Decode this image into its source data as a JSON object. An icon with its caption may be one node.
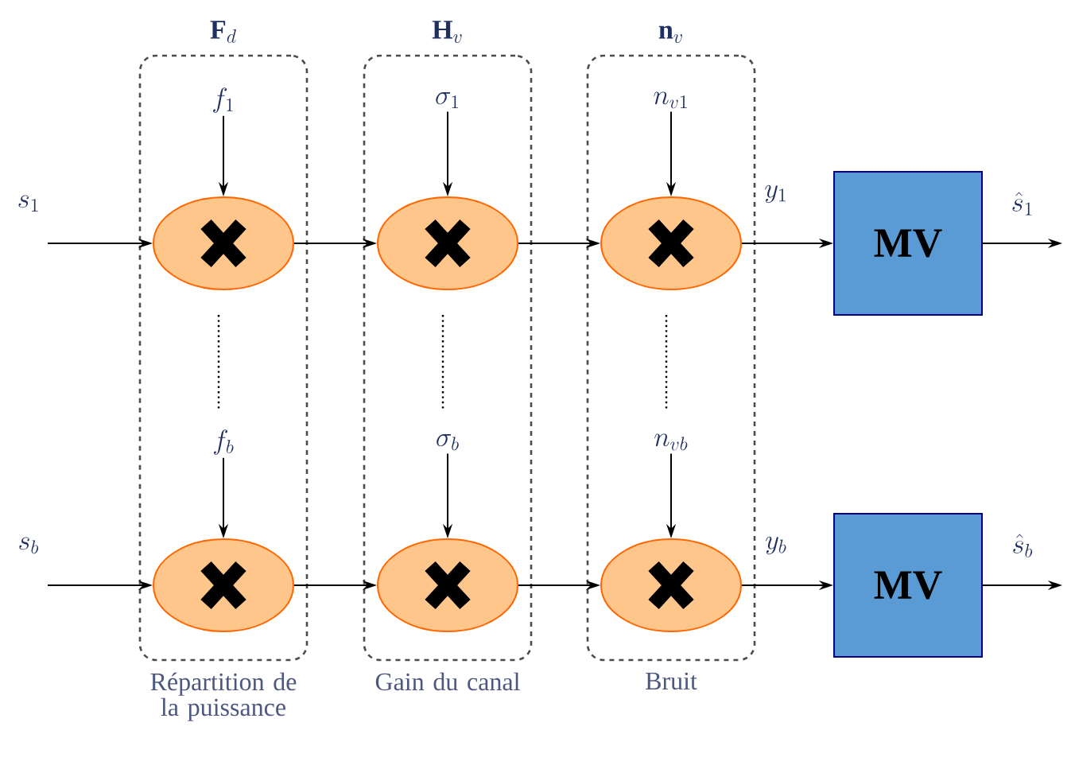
{
  "diagram": {
    "nodes": [
      {
        "text": [
          "\\mathbf{F}_d"
        ],
        "beside": [
          "Répartition de la puissance"
        ]
      },
      {
        "text": [
          "f_1"
        ],
        "in": 0
      },
      {
        "text": [],
        "shape": "ellipse",
        "in": 0
      },
      {
        "text": [
          "f_b"
        ],
        "in": 0
      },
      {
        "text": [],
        "shape": "ellipse",
        "in": 0
      },
      {
        "text": [
          "\\mathbf{H}_v"
        ],
        "beside": [
          "Gain du canal"
        ]
      },
      {
        "text": [
          "\\sigma_1"
        ],
        "in": 5
      },
      {
        "text": [],
        "shape": "ellipse",
        "in": 5
      },
      {
        "text": [
          "\\sigma_b"
        ],
        "in": 5
      },
      {
        "text": [],
        "shape": "ellipse",
        "in": 5
      },
      {
        "text": [
          "\\mathbf{n}_v"
        ],
        "beside": [
          "Bruit"
        ]
      },
      {
        "text": [
          "n_{v1}"
        ],
        "in": 10
      },
      {
        "text": [],
        "shape": "ellipse",
        "in": 10
      },
      {
        "text": [
          "n_{vb}"
        ],
        "in": 10
      },
      {
        "text": [],
        "shape": "ellipse",
        "in": 10
      },
      {
        "text": [
          "MV"
        ]
      },
      {
        "text": [
          "MV"
        ]
      }
    ],
    "edges": [
      {
        "from": null,
        "to": 2,
        "arrow": "to",
        "label": "s_1"
      },
      {
        "from": 1,
        "to": 2,
        "arrow": "to"
      },
      {
        "from": 2,
        "to": 7,
        "arrow": "to"
      },
      {
        "from": 6,
        "to": 7,
        "arrow": "to"
      },
      {
        "from": 7,
        "to": 12,
        "arrow": "to"
      },
      {
        "from": 11,
        "to": 12,
        "arrow": "to"
      },
      {
        "from": 12,
        "to": 15,
        "arrow": "to",
        "label": "y_1"
      },
      {
        "from": 15,
        "to": null,
        "arrow": "to",
        "label": "\\hat{s}_1"
      },
      {
        "from": null,
        "to": 4,
        "arrow": "to",
        "label": "s_b"
      },
      {
        "from": 3,
        "to": 4,
        "arrow": "to"
      },
      {
        "from": 4,
        "to": 9,
        "arrow": "to"
      },
      {
        "from": 8,
        "to": 9,
        "arrow": "to"
      },
      {
        "from": 9,
        "to": 14,
        "arrow": "to"
      },
      {
        "from": 13,
        "to": 14,
        "arrow": "to"
      },
      {
        "from": 14,
        "to": 16,
        "arrow": "to",
        "label": "y_b"
      },
      {
        "from": 16,
        "to": null,
        "arrow": "to",
        "label": "\\hat{s}_b"
      }
    ]
  }
}
